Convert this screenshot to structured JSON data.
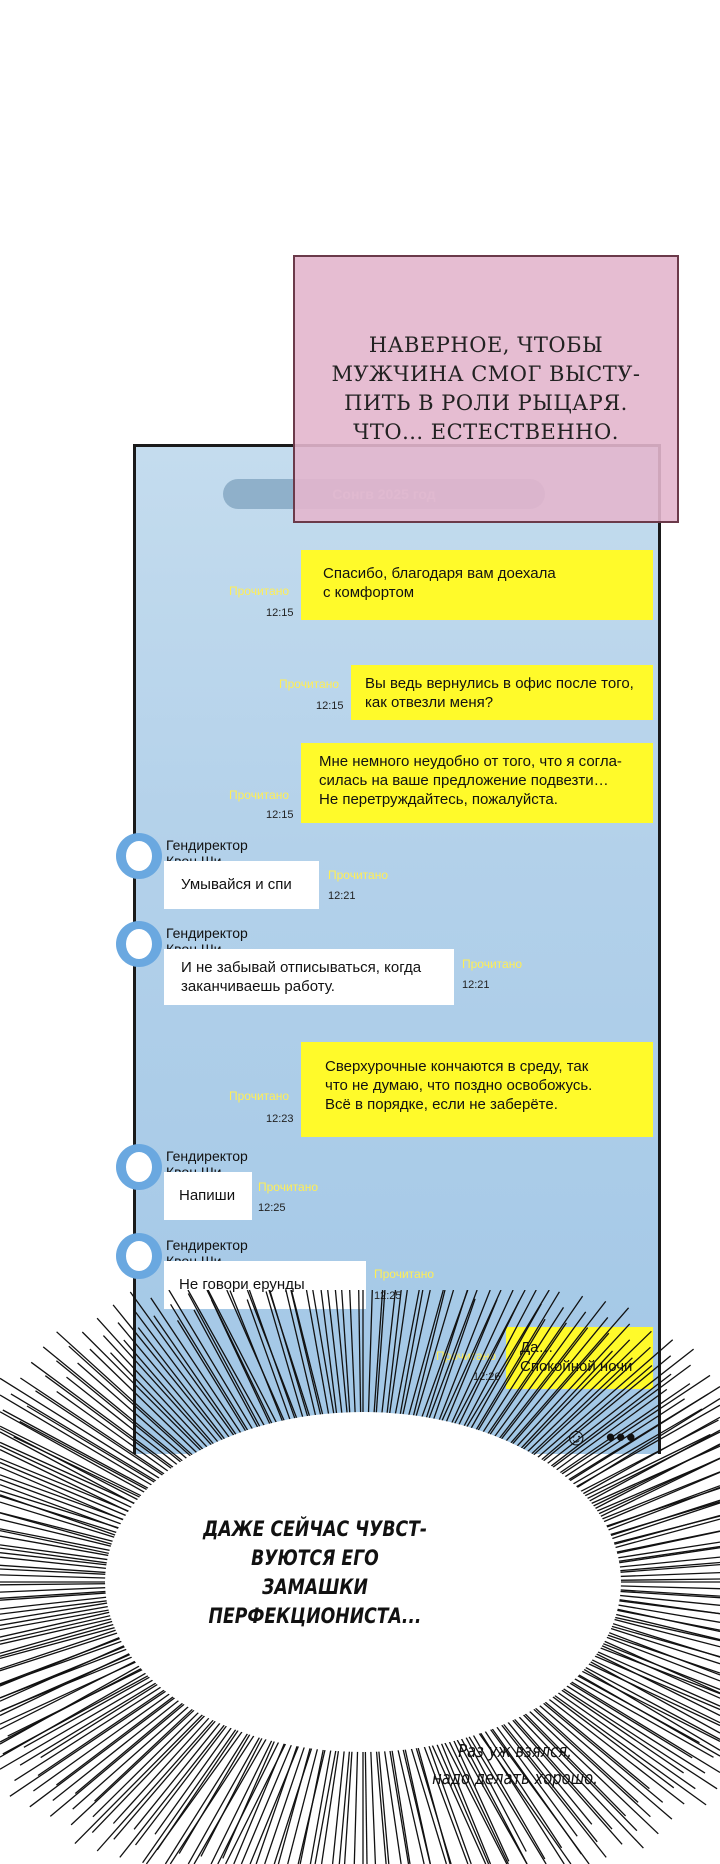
{
  "caption_box": {
    "text": "НАВЕРНОЕ, ЧТОБЫ\nМУЖЧИНА СМОГ ВЫСТУ-\nПИТЬ В РОЛИ РЫЦАРЯ.\nЧТО... ЕСТЕСТВЕННО."
  },
  "chat": {
    "date_label": "Сонгв 2025 год",
    "messages": [
      {
        "dir": "out",
        "text": "Спасибо, благодаря вам доехала\nс комфортом",
        "read": "Прочитано",
        "time": "12:15"
      },
      {
        "dir": "out",
        "text": "Вы ведь вернулись в офис после того,\nкак отвезли меня?",
        "read": "Прочитано",
        "time": "12:15"
      },
      {
        "dir": "out",
        "text": "Мне немного неудобно от того, что я согла-\nсилась на ваше предложение подвезти…\nНе перетруждайтесь, пожалуйста.",
        "read": "Прочитано",
        "time": "12:15"
      },
      {
        "dir": "in",
        "sender": "Гендиректор Квон Ши Джин",
        "text": "Умывайся и спи",
        "read": "Прочитано",
        "time": "12:21"
      },
      {
        "dir": "in",
        "sender": "Гендиректор Квон Ши Джин",
        "text": "И не забывай отписываться, когда\nзаканчиваешь работу.",
        "read": "Прочитано",
        "time": "12:21"
      },
      {
        "dir": "out",
        "text": "Сверхурочные кончаются в среду, так\nчто не думаю, что поздно освобожусь.\nВсё в порядке, если не заберёте.",
        "read": "Прочитано",
        "time": "12:23"
      },
      {
        "dir": "in",
        "sender": "Гендиректор Квон Ши Джин",
        "text": "Напиши",
        "read": "Прочитано",
        "time": "12:25"
      },
      {
        "dir": "in",
        "sender": "Гендиректор Квон Ши Джин",
        "text": "Не говори ерунды",
        "read": "Прочитано",
        "time": "12:25"
      },
      {
        "dir": "out",
        "text": "Да…\nСпокойной ночи",
        "read": "Прочитано",
        "time": "12:26"
      }
    ],
    "toolbar": {
      "emoji_icon": "smiley-icon",
      "more_icon": "more-dots-icon"
    }
  },
  "burst_text": "ДАЖЕ СЕЙЧАС ЧУВСТ-\nВУЮТСЯ ЕГО ЗАМАШКИ\nПЕРФЕКЦИОНИСТА...",
  "aside_text": "Раз уж взялся,\nнадо делать хорошо.",
  "colors": {
    "outgoing_bubble": "#fffa2a",
    "incoming_bubble": "#ffffff",
    "read_receipt": "#ffee55",
    "caption_box": "#e3b6cd",
    "avatar": "#6aa8e0"
  }
}
